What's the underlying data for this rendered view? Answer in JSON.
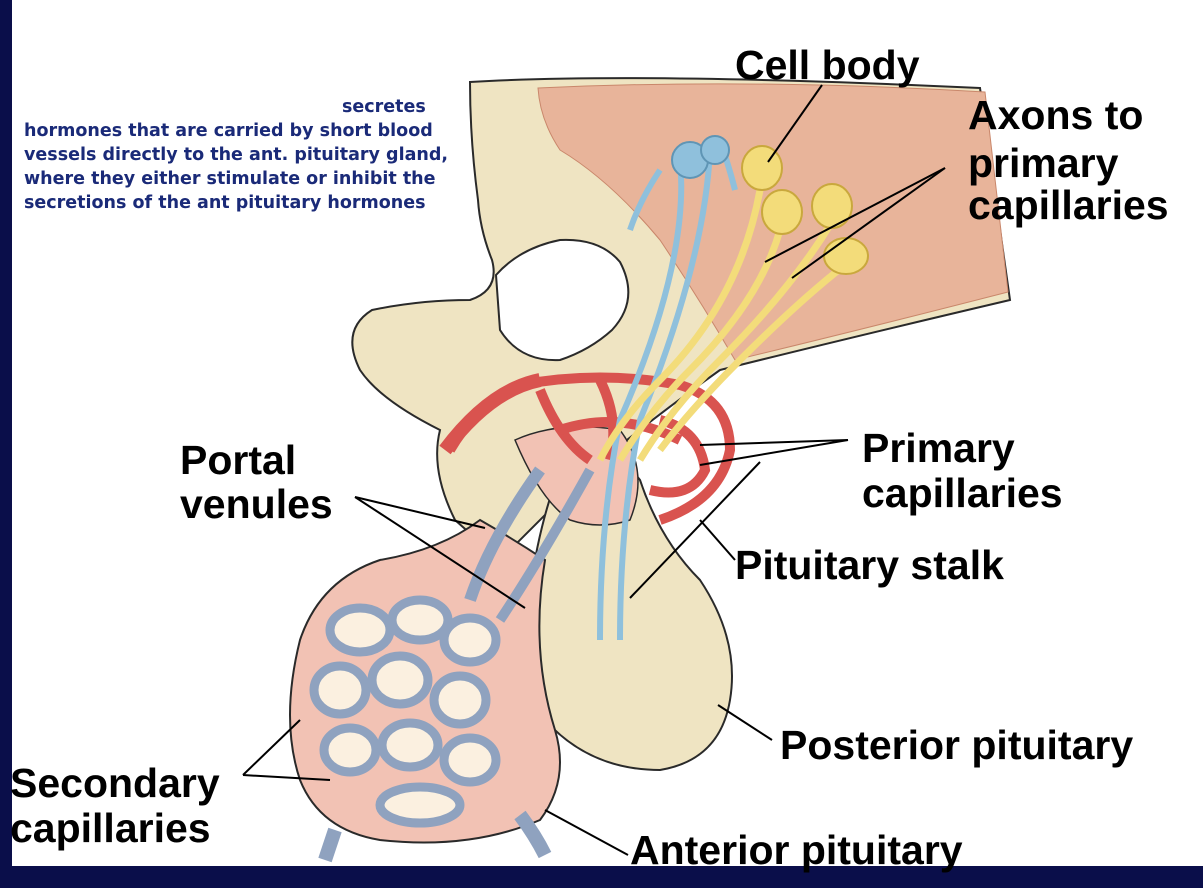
{
  "caption": {
    "line1": "secretes",
    "line2": "hormones that are carried by short blood vessels directly to the ant. pituitary gland, where they either stimulate or inhibit the secretions of the ant pituitary hormones"
  },
  "labels": {
    "cell_body": "Cell body",
    "axons_line1": "Axons to",
    "axons_line2": "primary",
    "axons_line3": "capillaries",
    "primary_line1": "Primary",
    "primary_line2": "capillaries",
    "portal_line1": "Portal",
    "portal_line2": "venules",
    "stalk": "Pituitary stalk",
    "posterior": "Posterior pituitary",
    "secondary_line1": "Secondary",
    "secondary_line2": "capillaries",
    "anterior": "Anterior pituitary"
  },
  "colors": {
    "background": "#0a0e4a",
    "tissue_cream": "#efe4c2",
    "hypothalamus_pink": "#e8b49a",
    "anterior_pink": "#f2c2b4",
    "artery_red": "#d9534f",
    "vein_blue": "#8fa2bf",
    "axon_yellow": "#f3dc7a",
    "neuron_blue": "#8fc0dc",
    "caption_text": "#1a2a78"
  }
}
